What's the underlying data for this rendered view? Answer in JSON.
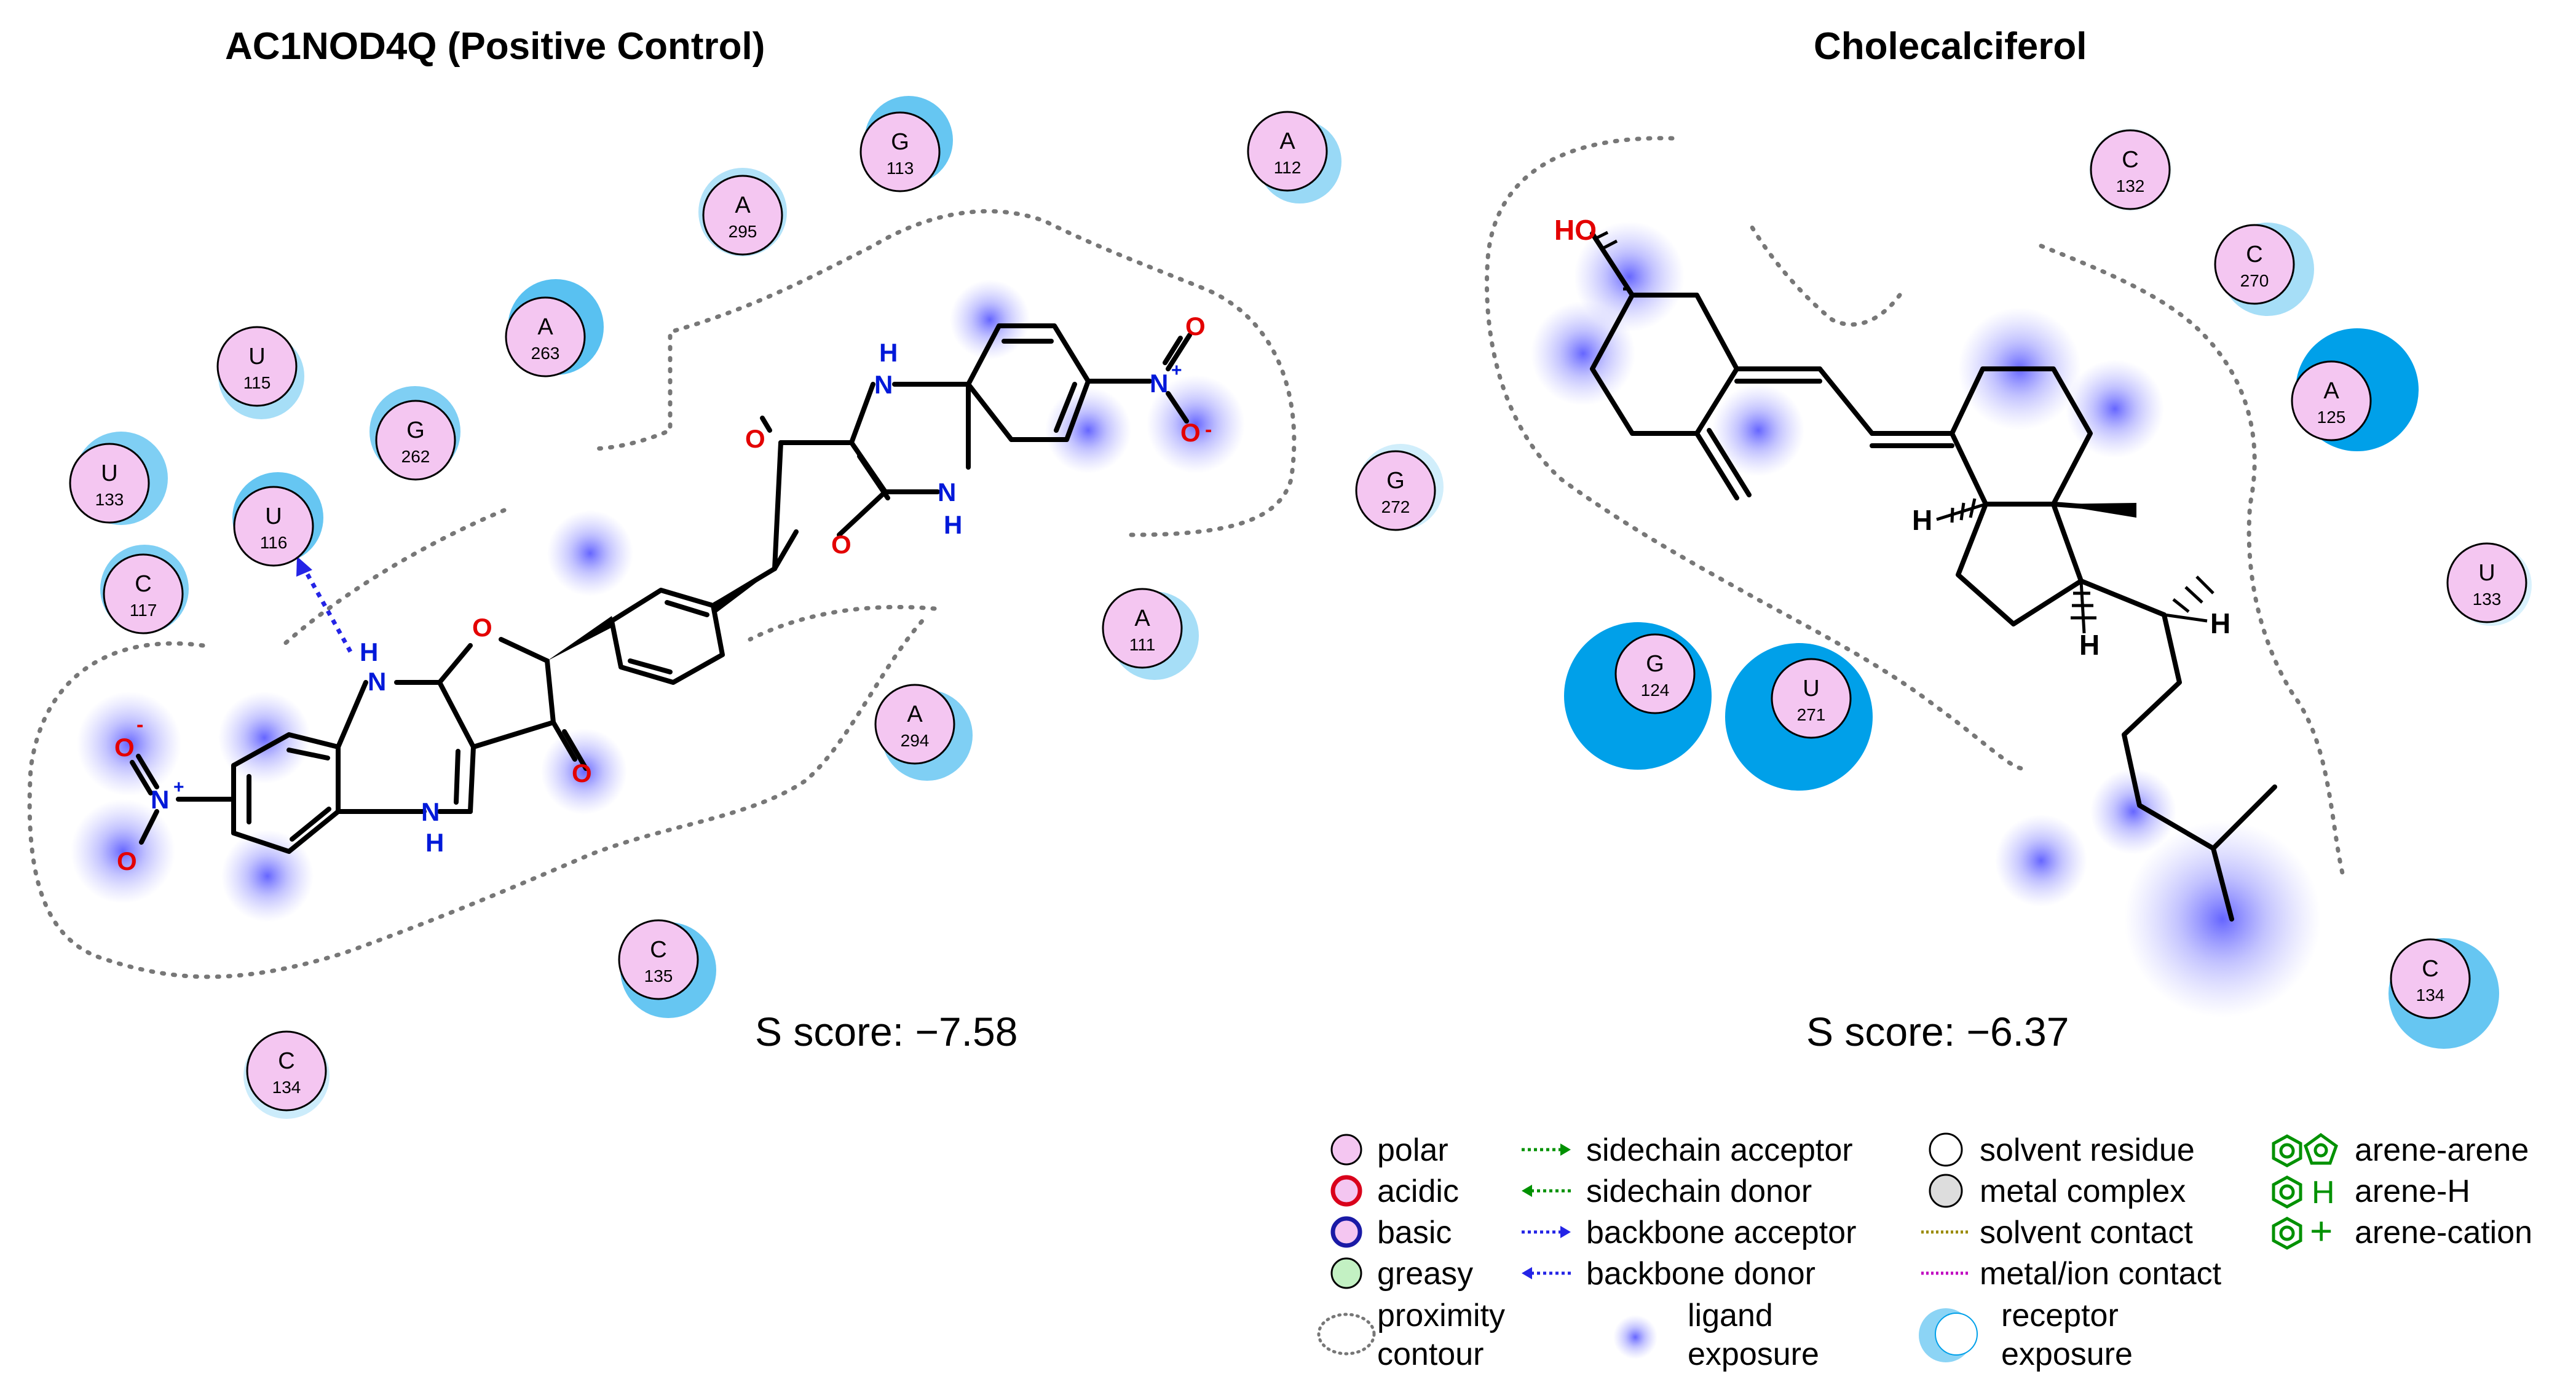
{
  "panels": [
    {
      "title": "AC1NOD4Q (Positive Control)",
      "score": "S score: −7.58",
      "residues": [
        {
          "name": "G",
          "num": "113"
        },
        {
          "name": "A",
          "num": "112"
        },
        {
          "name": "A",
          "num": "295"
        },
        {
          "name": "A",
          "num": "263"
        },
        {
          "name": "U",
          "num": "115"
        },
        {
          "name": "G",
          "num": "262"
        },
        {
          "name": "U",
          "num": "133"
        },
        {
          "name": "U",
          "num": "116"
        },
        {
          "name": "C",
          "num": "117"
        },
        {
          "name": "G",
          "num": "272"
        },
        {
          "name": "A",
          "num": "111"
        },
        {
          "name": "A",
          "num": "294"
        },
        {
          "name": "C",
          "num": "135"
        },
        {
          "name": "C",
          "num": "134"
        }
      ]
    },
    {
      "title": "Cholecalciferol",
      "score": "S score: −6.37",
      "residues": [
        {
          "name": "C",
          "num": "132"
        },
        {
          "name": "C",
          "num": "270"
        },
        {
          "name": "A",
          "num": "125"
        },
        {
          "name": "U",
          "num": "133"
        },
        {
          "name": "G",
          "num": "124"
        },
        {
          "name": "U",
          "num": "271"
        },
        {
          "name": "C",
          "num": "134"
        }
      ]
    }
  ],
  "atom_labels": {
    "nh": "H",
    "n": "N",
    "o": "O",
    "nplus": "N",
    "plus": "+",
    "minus": "-",
    "ho": "HO",
    "h": "H"
  },
  "legend": {
    "residue_types": [
      "polar",
      "acidic",
      "basic",
      "greasy"
    ],
    "interactions": [
      "sidechain acceptor",
      "sidechain donor",
      "backbone acceptor",
      "backbone donor"
    ],
    "solvent": [
      "solvent residue",
      "metal complex",
      "solvent contact",
      "metal/ion contact"
    ],
    "arene": [
      "arene-arene",
      "arene-H",
      "arene-cation"
    ],
    "arene_h_symbol": "H",
    "arene_cation_symbol": "+",
    "proximity": [
      "proximity",
      "contour"
    ],
    "ligand_exposure": [
      "ligand",
      "exposure"
    ],
    "receptor_exposure": [
      "receptor",
      "exposure"
    ]
  },
  "colors": {
    "polar_fill": "#f4c6f1",
    "acidic_ring": "#d9001b",
    "basic_ring": "#1a1aa6",
    "greasy_fill": "#c3f1c3",
    "receptor_exposure": "#00a0e9",
    "ligand_exposure": "#4b4bff",
    "oxygen": "#e30000",
    "nitrogen": "#0019d9",
    "interaction_green": "#009100",
    "interaction_blue": "#2424e6",
    "contour": "#777777"
  }
}
